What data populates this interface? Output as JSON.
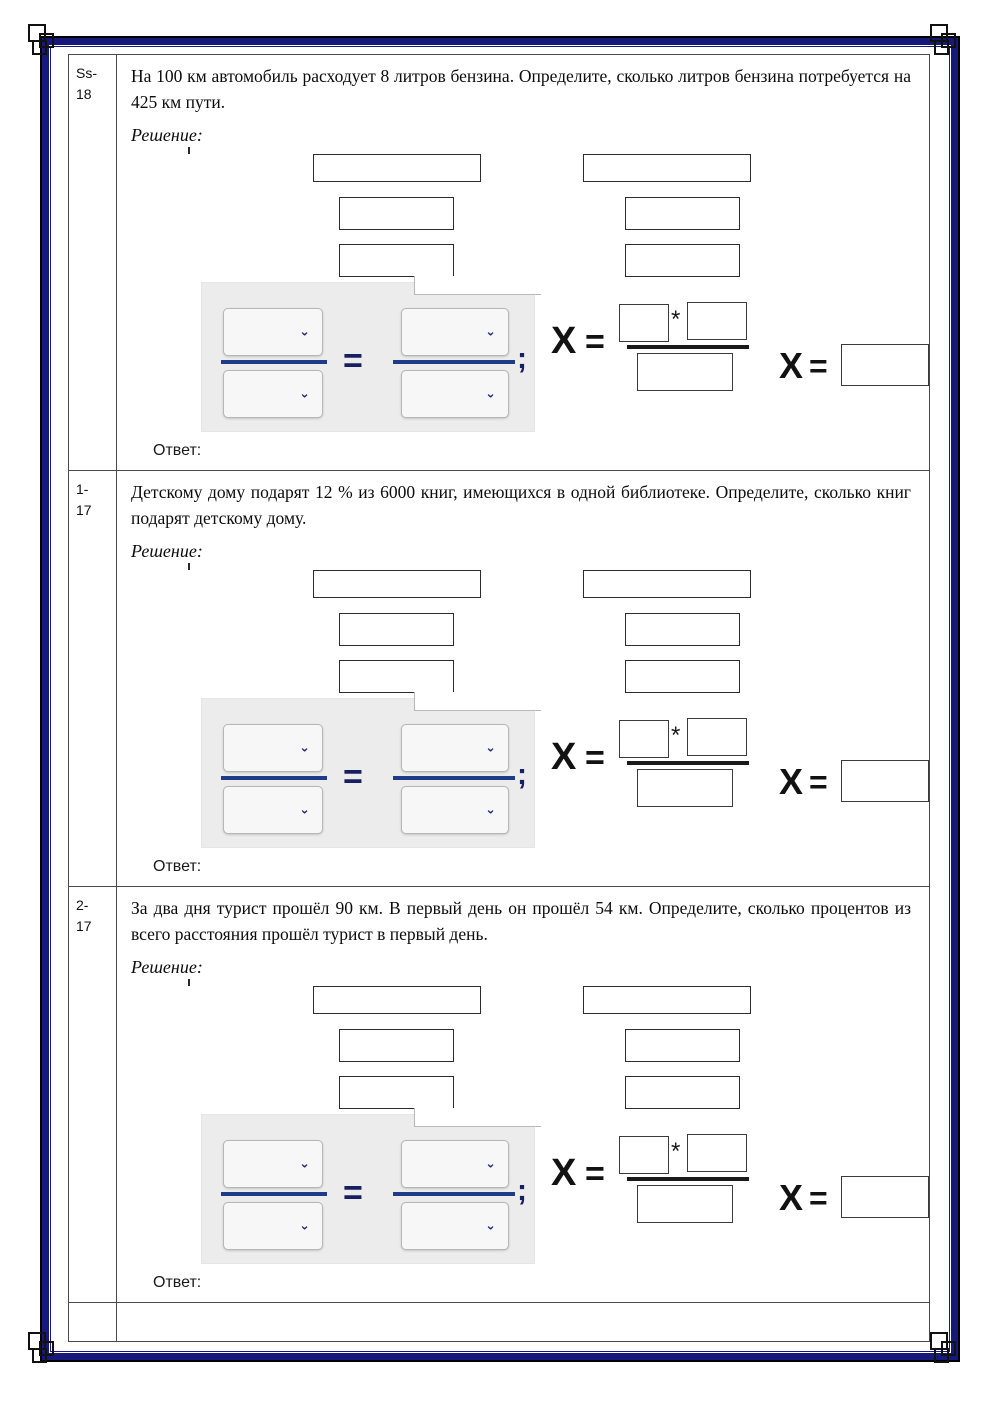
{
  "document": {
    "language": "ru",
    "frame_color": "#16197a",
    "answer_label": "Ответ:",
    "solution_label": "Решение:",
    "multiply_symbol": "*",
    "equals_symbol": "=",
    "semicolon_symbol": ";",
    "x_symbol": "X",
    "chevron_glyph": "⌄"
  },
  "tasks": [
    {
      "id_line1": "Ss-",
      "id_line2": "18",
      "statement": "На 100 км автомобиль расходует 8 литров бензина. Определите, сколько литров бензина потребуется на 425 км пути.",
      "solution_label": "Решение:",
      "answer_label": "Ответ:",
      "answer_value": "",
      "boxes": {
        "left_wide": "",
        "left_narrow_1": "",
        "left_narrow_2": "",
        "right_wide": "",
        "right_narrow_1": "",
        "right_narrow_2": ""
      },
      "proportion": {
        "left_numerator": "",
        "left_denominator": "",
        "right_numerator": "",
        "right_denominator": ""
      },
      "formula": {
        "factor_1": "",
        "factor_2": "",
        "denominator": "",
        "result": ""
      }
    },
    {
      "id_line1": "1-",
      "id_line2": "17",
      "statement": "Детскому дому подарят 12 % из 6000 книг, имеющихся в одной библиотеке. Определите, сколько книг подарят детскому дому.",
      "solution_label": "Решение:",
      "answer_label": "Ответ:",
      "answer_value": "",
      "boxes": {
        "left_wide": "",
        "left_narrow_1": "",
        "left_narrow_2": "",
        "right_wide": "",
        "right_narrow_1": "",
        "right_narrow_2": ""
      },
      "proportion": {
        "left_numerator": "",
        "left_denominator": "",
        "right_numerator": "",
        "right_denominator": ""
      },
      "formula": {
        "factor_1": "",
        "factor_2": "",
        "denominator": "",
        "result": ""
      }
    },
    {
      "id_line1": "2-",
      "id_line2": "17",
      "statement": "За два дня турист прошёл 90 км. В первый день он прошёл 54 км. Определите, сколько процентов из всего расстояния прошёл турист в первый день.",
      "solution_label": "Решение:",
      "answer_label": "Ответ:",
      "answer_value": "",
      "boxes": {
        "left_wide": "",
        "left_narrow_1": "",
        "left_narrow_2": "",
        "right_wide": "",
        "right_narrow_1": "",
        "right_narrow_2": ""
      },
      "proportion": {
        "left_numerator": "",
        "left_denominator": "",
        "right_numerator": "",
        "right_denominator": ""
      },
      "formula": {
        "factor_1": "",
        "factor_2": "",
        "denominator": "",
        "result": ""
      }
    }
  ],
  "trailing_row": {
    "id": "",
    "content": ""
  }
}
